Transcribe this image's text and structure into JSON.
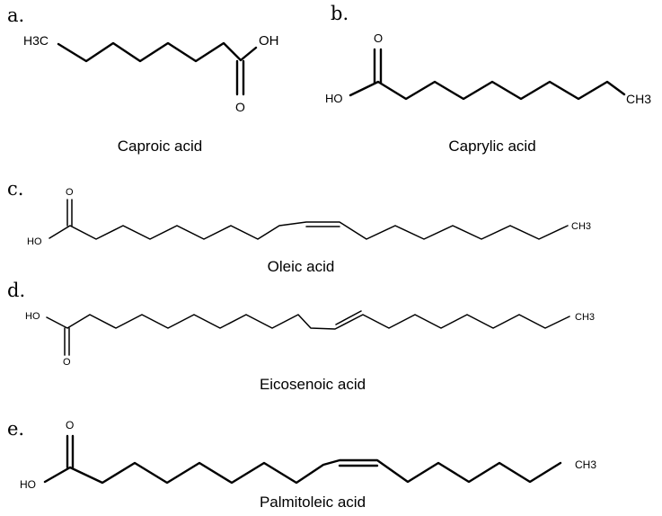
{
  "panels": [
    {
      "letter": "a.",
      "name": "Caproic acid",
      "terminal": "H3C",
      "acid_oh": "OH",
      "acid_o": "O"
    },
    {
      "letter": "b.",
      "name": "Caprylic acid",
      "terminal": "CH3",
      "acid_oh": "HO",
      "acid_o": "O"
    },
    {
      "letter": "c.",
      "name": "Oleic acid",
      "terminal": "CH3",
      "acid_oh": "HO",
      "acid_o": "O"
    },
    {
      "letter": "d.",
      "name": "Eicosenoic acid",
      "terminal": "CH3",
      "acid_oh": "HO",
      "acid_o": "O"
    },
    {
      "letter": "e.",
      "name": "Palmitoleic acid",
      "terminal": "CH3",
      "acid_oh": "HO",
      "acid_o": "O"
    }
  ]
}
